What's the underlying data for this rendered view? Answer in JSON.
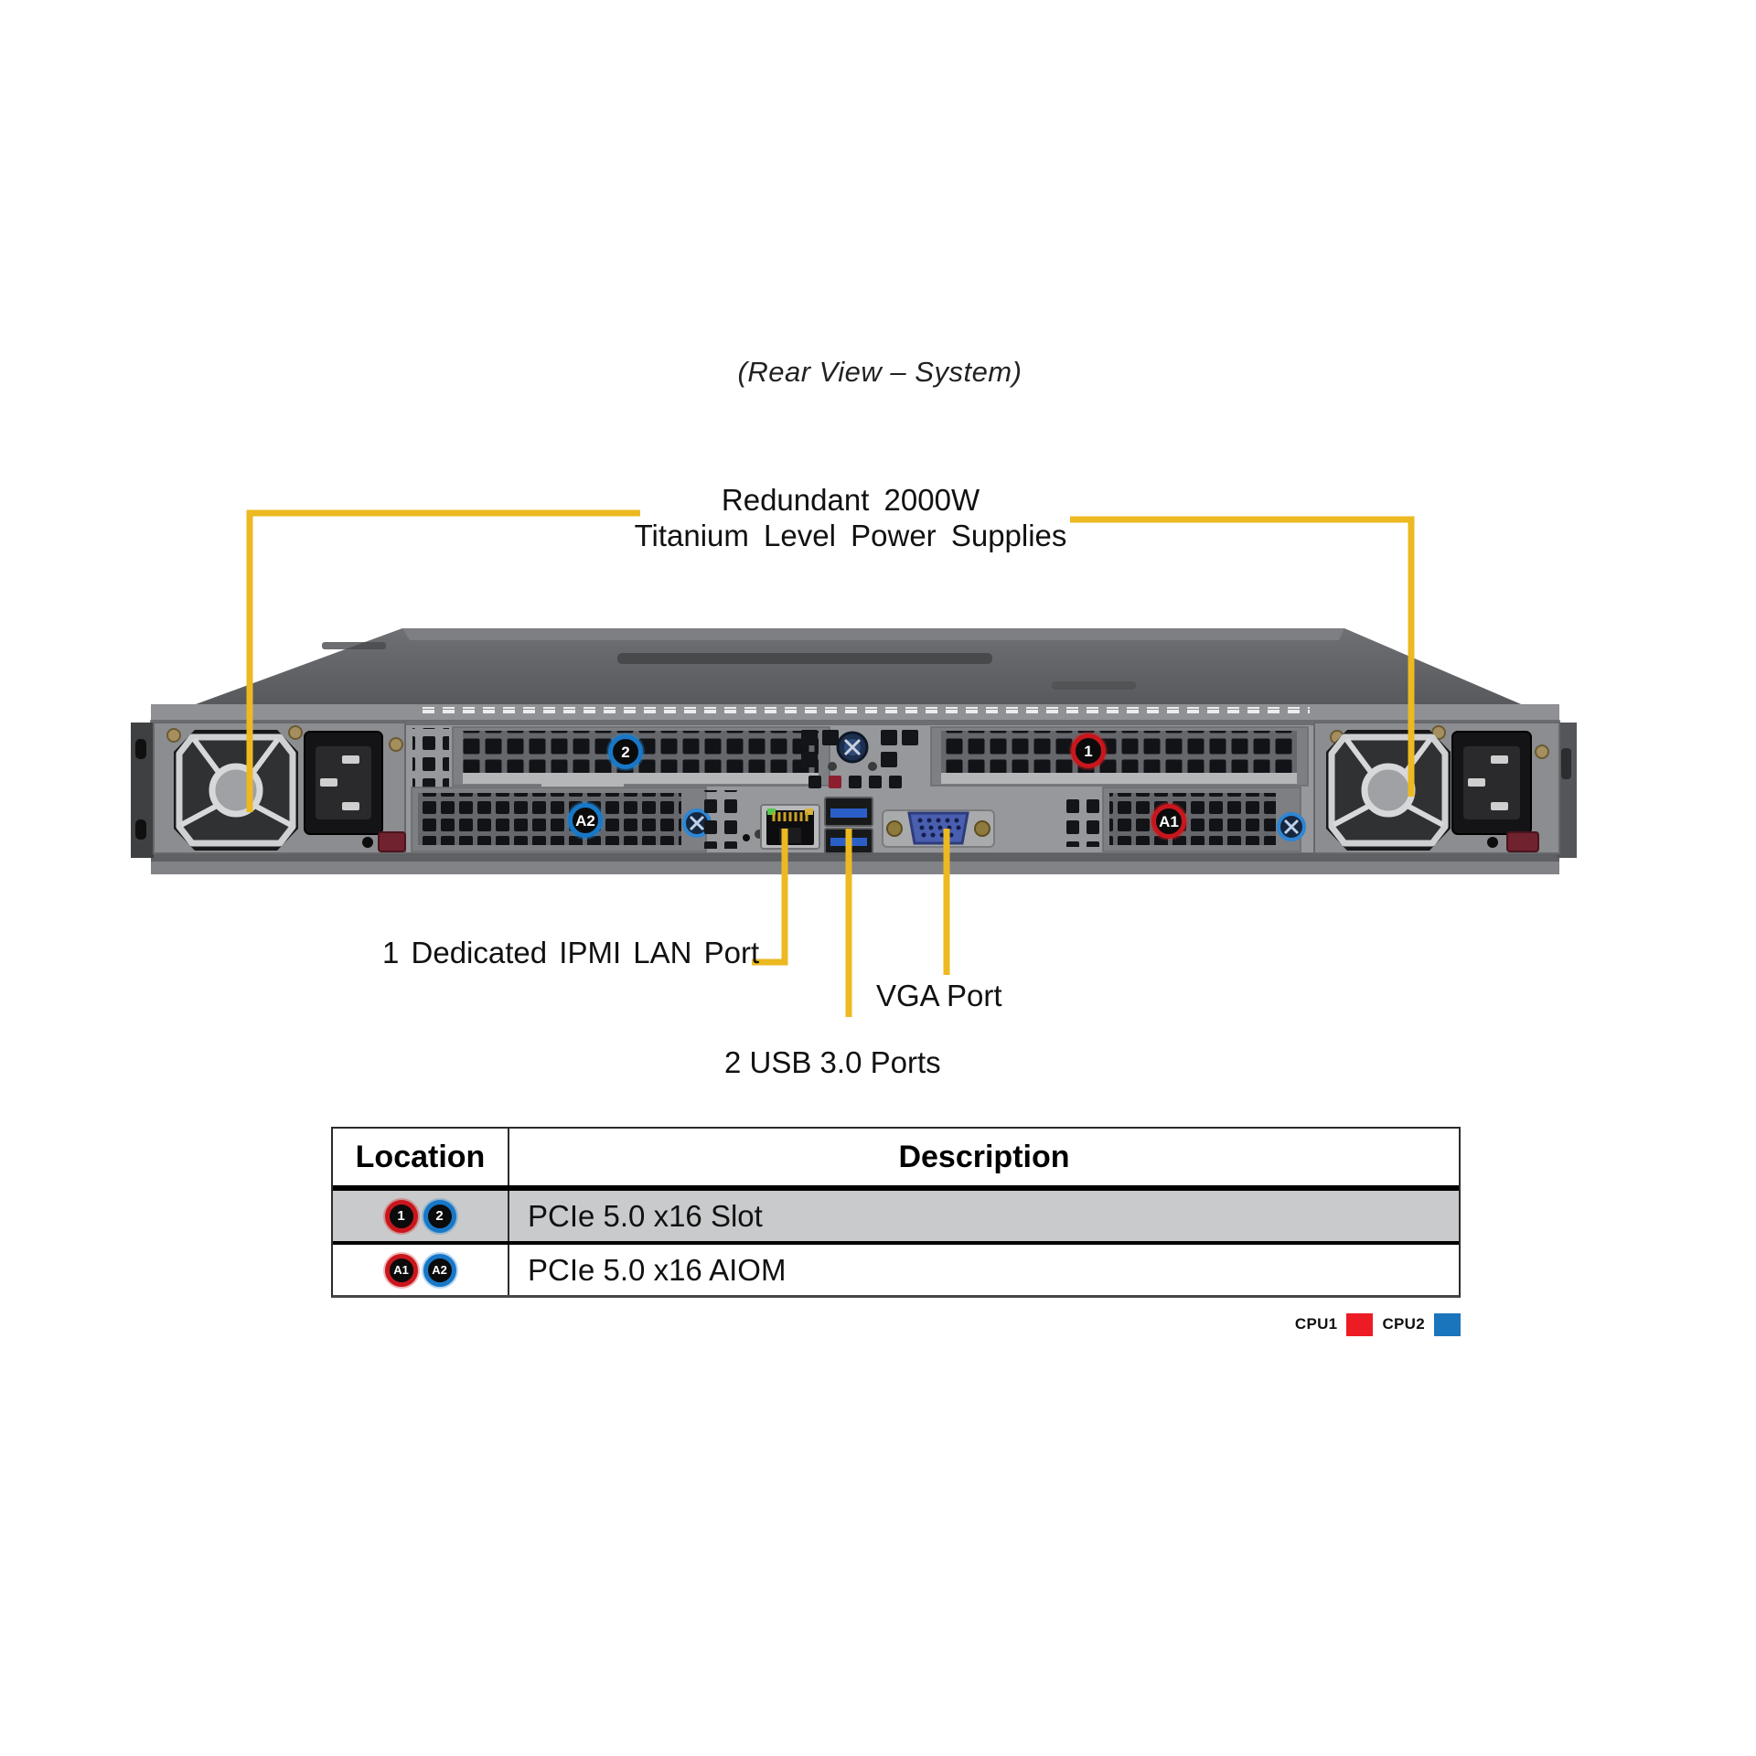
{
  "title": "(Rear View – System)",
  "callouts": {
    "psu_line1": "Redundant 2000W",
    "psu_line2": "Titanium Level Power Supplies",
    "ipmi": "1 Dedicated IPMI LAN Port",
    "vga": "VGA Port",
    "usb": "2 USB 3.0 Ports"
  },
  "chassis_badges": [
    {
      "id": "pcie-slot-2",
      "label": "2",
      "cpu": "CPU2",
      "color": "blue"
    },
    {
      "id": "pcie-slot-1",
      "label": "1",
      "cpu": "CPU1",
      "color": "red"
    },
    {
      "id": "aiom-a2",
      "label": "A2",
      "cpu": "CPU2",
      "color": "blue"
    },
    {
      "id": "aiom-a1",
      "label": "A1",
      "cpu": "CPU1",
      "color": "red"
    }
  ],
  "table": {
    "headers": [
      "Location",
      "Description"
    ],
    "rows": [
      {
        "badges": [
          {
            "label": "1",
            "color": "red"
          },
          {
            "label": "2",
            "color": "blue"
          }
        ],
        "description": "PCIe 5.0 x16 Slot"
      },
      {
        "badges": [
          {
            "label": "A1",
            "color": "red"
          },
          {
            "label": "A2",
            "color": "blue"
          }
        ],
        "description": "PCIe 5.0 x16 AIOM"
      }
    ]
  },
  "legend": {
    "items": [
      {
        "label": "CPU1",
        "color": "#ed1c24"
      },
      {
        "label": "CPU2",
        "color": "#1b75bc"
      }
    ]
  },
  "colors": {
    "accent_yellow": "#ecb921",
    "badge_red": "#c9161d",
    "badge_blue": "#1878c8"
  }
}
